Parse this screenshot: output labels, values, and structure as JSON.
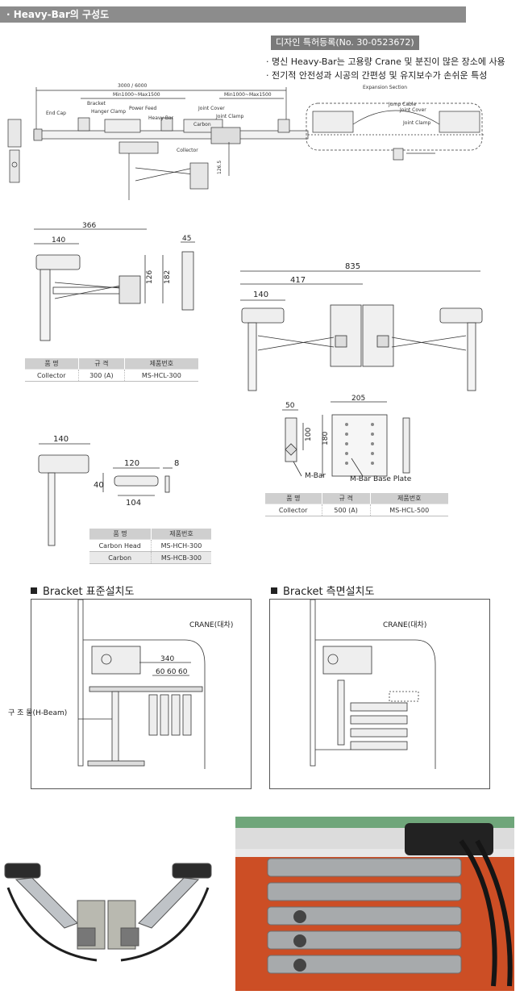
{
  "header": {
    "title": "· Heavy-Bar의 구성도",
    "patent": "디자인 특허등록(No. 30-0523672)",
    "notes": [
      "· 명신 Heavy-Bar는 고용량 Crane 및 분진이 많은 장소에 사용",
      "· 전기적 안전성과 시공의 간편성 및 유지보수가 손쉬운 특성"
    ]
  },
  "overview": {
    "dims": {
      "length": "3000 / 6000",
      "span_left": "Min1000~Max1500",
      "span_right": "Min1000~Max1500",
      "height": "126.5"
    },
    "labels": {
      "end_cap": "End Cap",
      "bracket": "Bracket",
      "hanger_clamp": "Hanger Clamp",
      "power_feed": "Power Feed",
      "heavy_bar": "Heavy-Bar",
      "carbon": "Carbon",
      "joint_cover": "Joint Cover",
      "joint_clamp": "Joint Clamp",
      "collector": "Collector",
      "expansion_section": "Expansion Section",
      "jump_cable": "Jump Cable",
      "joint_cover_2": "Joint Cover",
      "joint_clamp_2": "Joint Clamp"
    }
  },
  "collector300": {
    "dims": {
      "width": "366",
      "head": "140",
      "depth": "45",
      "h1": "126",
      "h2": "182"
    },
    "table": {
      "headers": [
        "품 명",
        "규 격",
        "제품번호"
      ],
      "rows": [
        [
          "Collector",
          "300 (A)",
          "MS-HCL-300"
        ]
      ]
    }
  },
  "collector500": {
    "dims": {
      "width": "835",
      "half": "417",
      "head": "140"
    },
    "plate_dims": {
      "top": "205",
      "w": "50",
      "h1": "100",
      "h2": "180"
    },
    "labels": {
      "mbar": "M-Bar",
      "plate": "M-Bar Base Plate"
    },
    "table": {
      "headers": [
        "품 명",
        "규 격",
        "제품번호"
      ],
      "rows": [
        [
          "Collector",
          "500 (A)",
          "MS-HCL-500"
        ]
      ]
    }
  },
  "carbon": {
    "dims": {
      "head": "140",
      "w120": "120",
      "t8": "8",
      "h40": "40",
      "w104": "104"
    },
    "table": {
      "headers": [
        "품 명",
        "제품번호"
      ],
      "rows": [
        [
          "Carbon Head",
          "MS-HCH-300"
        ],
        [
          "Carbon",
          "MS-HCB-300"
        ]
      ]
    }
  },
  "bracket_std": {
    "title": "Bracket 표준설치도",
    "crane": "CRANE(대차)",
    "dim_total": "340",
    "dim_each": [
      "60",
      "60",
      "60"
    ],
    "hbeam": "구 조 물(H-Beam)"
  },
  "bracket_side": {
    "title": "Bracket 측면설치도",
    "crane": "CRANE(대차)"
  },
  "colors": {
    "header_gray": "#8c8c8c",
    "patent_gray": "#7a7a7a",
    "rail_orange": "#d9542c"
  }
}
